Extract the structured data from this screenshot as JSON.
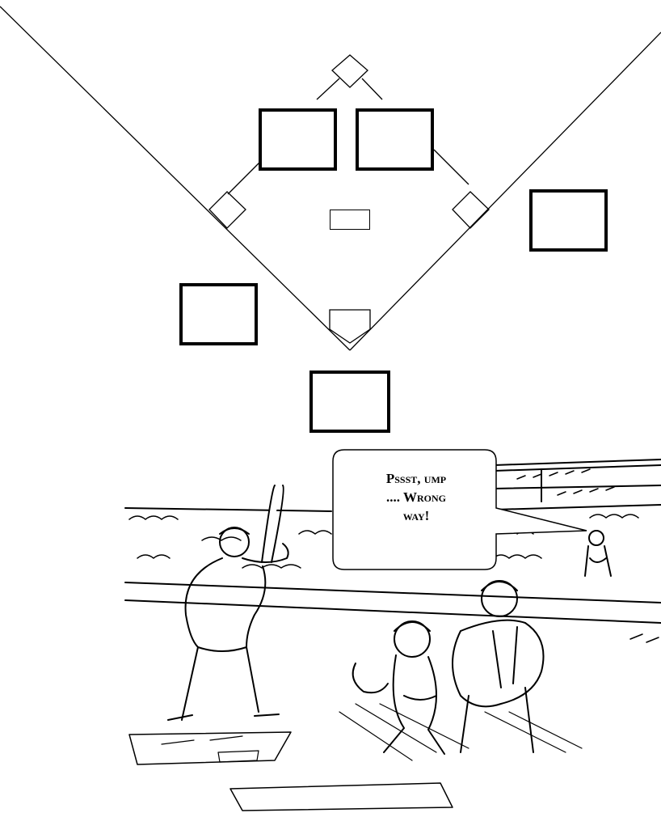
{
  "diagram": {
    "fielder_boxes": [
      {
        "position": "left-infield"
      },
      {
        "position": "right-infield"
      },
      {
        "position": "right-field-side"
      },
      {
        "position": "left-field-side"
      },
      {
        "position": "behind-home"
      }
    ],
    "pitcher_box": {
      "position": "mound"
    }
  },
  "cartoon": {
    "speech_bubble": {
      "line1": "Pssst, ump",
      "line2": ".... Wrong",
      "line3": "way!"
    }
  }
}
